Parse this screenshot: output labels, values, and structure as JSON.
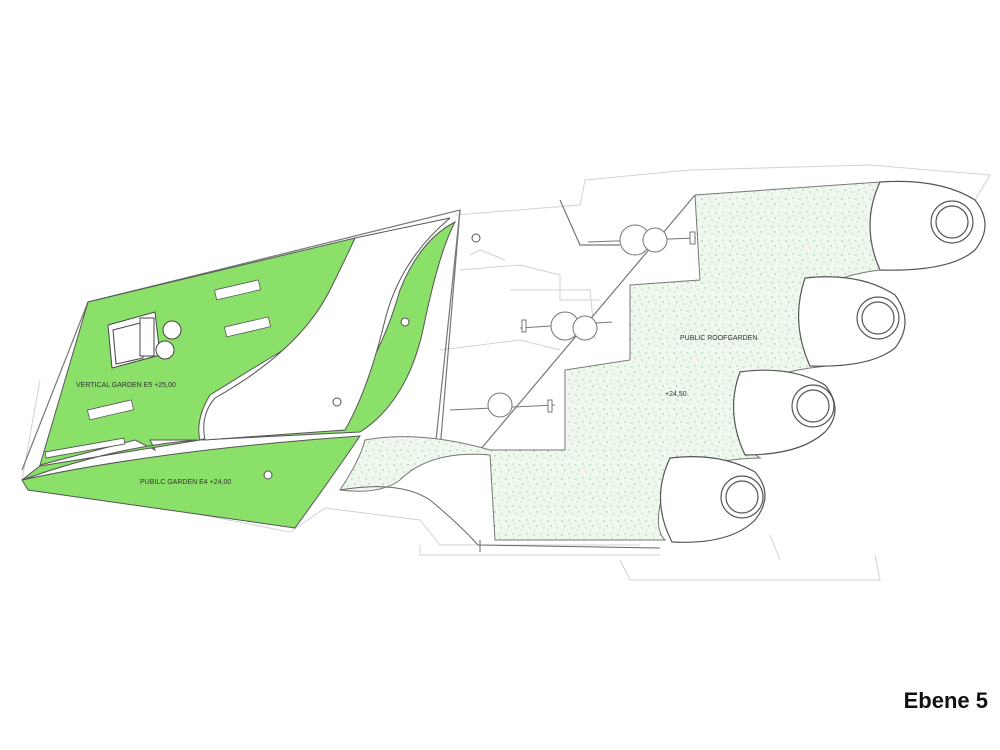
{
  "labels": {
    "vertical_garden": "VERTICAL GARDEN  E5 +25,00",
    "public_garden": "PUBILC GARDEN  E4 +24,00",
    "public_roofgarden": "PUBLIC ROOFGARDEN",
    "roof_level": "+24,50"
  },
  "level_title": "Ebene 5",
  "colors": {
    "garden_green": "#8be06a",
    "roofgarden_fill": "#f0f7ef",
    "roofgarden_speckle": "#7ac77c",
    "line": "#666666",
    "light_line": "#c8c8c8"
  }
}
